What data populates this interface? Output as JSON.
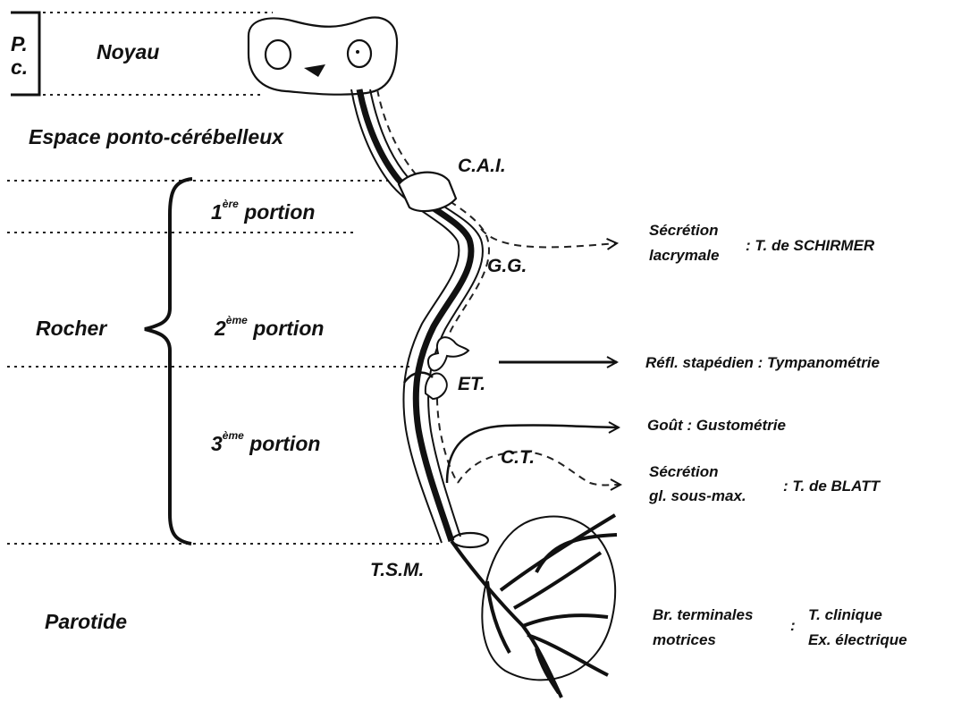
{
  "diagram": {
    "regions": {
      "pc_line1": "P.",
      "pc_line2": "c.",
      "noyau": "Noyau",
      "espace": "Espace ponto-cérébelleux",
      "rocher": "Rocher",
      "parotide": "Parotide"
    },
    "portions": {
      "p1_num": "1",
      "p1_sup": "ère",
      "p1_word": " portion",
      "p2_num": "2",
      "p2_sup": "ème",
      "p2_word": " portion",
      "p3_num": "3",
      "p3_sup": "ème",
      "p3_word": " portion"
    },
    "nerve_labels": {
      "cai": "C.A.I.",
      "gg": "G.G.",
      "et": "ET.",
      "ct": "C.T.",
      "tsm": "T.S.M."
    },
    "functions": {
      "secretion_lacrymale_1": "Sécrétion",
      "secretion_lacrymale_2": "lacrymale",
      "schirmer": ": T. de SCHIRMER",
      "stapedien": "Réfl. stapédien : Tympanométrie",
      "gout": "Goût : Gustométrie",
      "secretion_gl_1": "Sécrétion",
      "secretion_gl_2": "gl. sous-max.",
      "blatt": ": T. de BLATT",
      "br_terminales_1": "Br. terminales",
      "br_terminales_2": "motrices",
      "colon": ":",
      "clinique": "T. clinique",
      "electrique": "Ex. électrique"
    },
    "colors": {
      "ink": "#111111",
      "background": "#ffffff"
    }
  }
}
